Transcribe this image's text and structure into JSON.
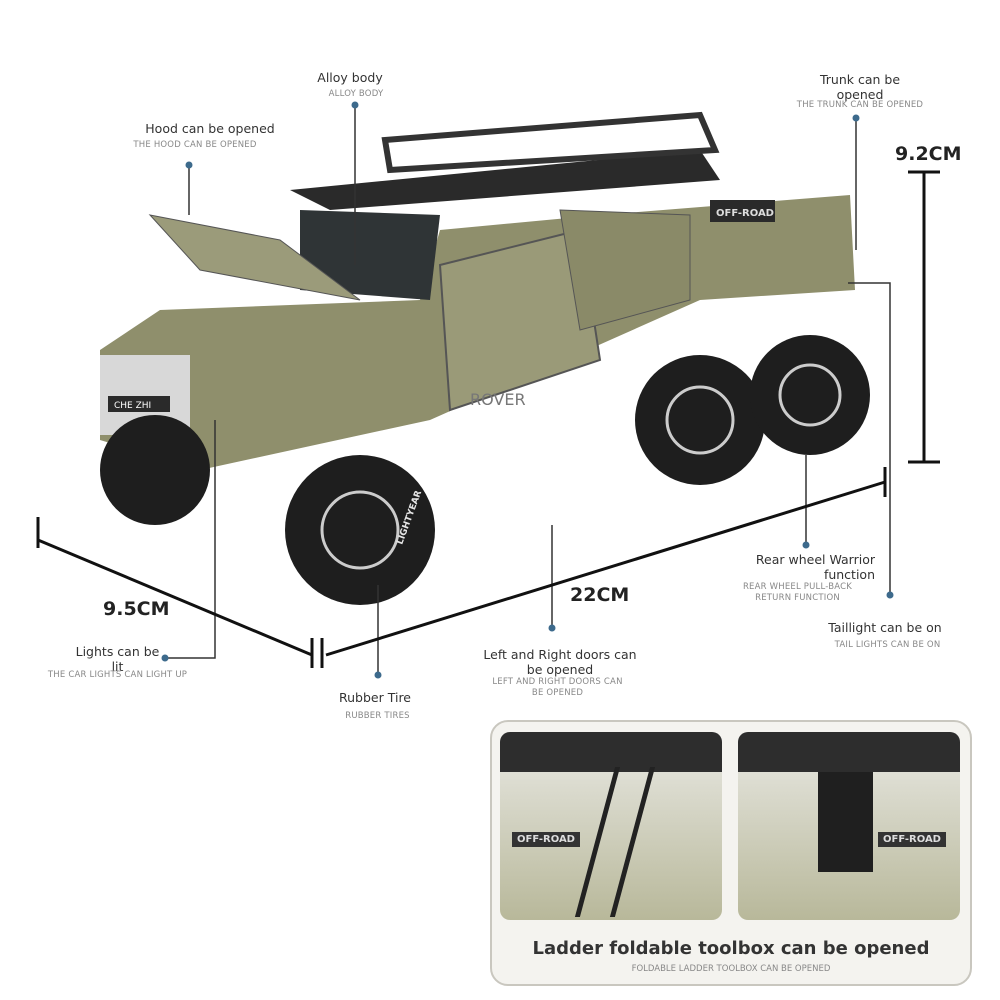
{
  "callouts": {
    "alloy_body": {
      "title": "Alloy body",
      "subtitle": "ALLOY BODY"
    },
    "hood": {
      "title": "Hood can be opened",
      "subtitle": "THE HOOD CAN BE OPENED"
    },
    "trunk": {
      "title": "Trunk can be opened",
      "subtitle": "THE TRUNK CAN BE OPENED"
    },
    "rear_wheel": {
      "title": "Rear wheel Warrior function",
      "subtitle": "REAR WHEEL PULL-BACK RETURN FUNCTION"
    },
    "taillight": {
      "title": "Taillight can be on",
      "subtitle": "TAIL LIGHTS CAN BE ON"
    },
    "doors": {
      "title": "Left and Right doors can be opened",
      "subtitle": "LEFT AND RIGHT DOORS CAN BE OPENED"
    },
    "tire": {
      "title": "Rubber Tire",
      "subtitle": "RUBBER TIRES"
    },
    "lights": {
      "title": "Lights can be lit",
      "subtitle": "THE CAR LIGHTS CAN LIGHT UP"
    }
  },
  "dimensions": {
    "height": "9.2CM",
    "length": "22CM",
    "width": "9.5CM"
  },
  "car_text": {
    "side_badge": "OFF-ROAD",
    "door_text": "ROVER",
    "plate": "CHE ZHI",
    "tire_text": "LIGHTYEAR"
  },
  "inset": {
    "title": "Ladder foldable toolbox can be opened",
    "subtitle": "FOLDABLE LADDER TOOLBOX CAN BE OPENED",
    "panel_badge": "OFF-ROAD"
  },
  "colors": {
    "body": "#8f8f6c",
    "callout_dot": "#3d6a8c",
    "line": "#222222"
  }
}
